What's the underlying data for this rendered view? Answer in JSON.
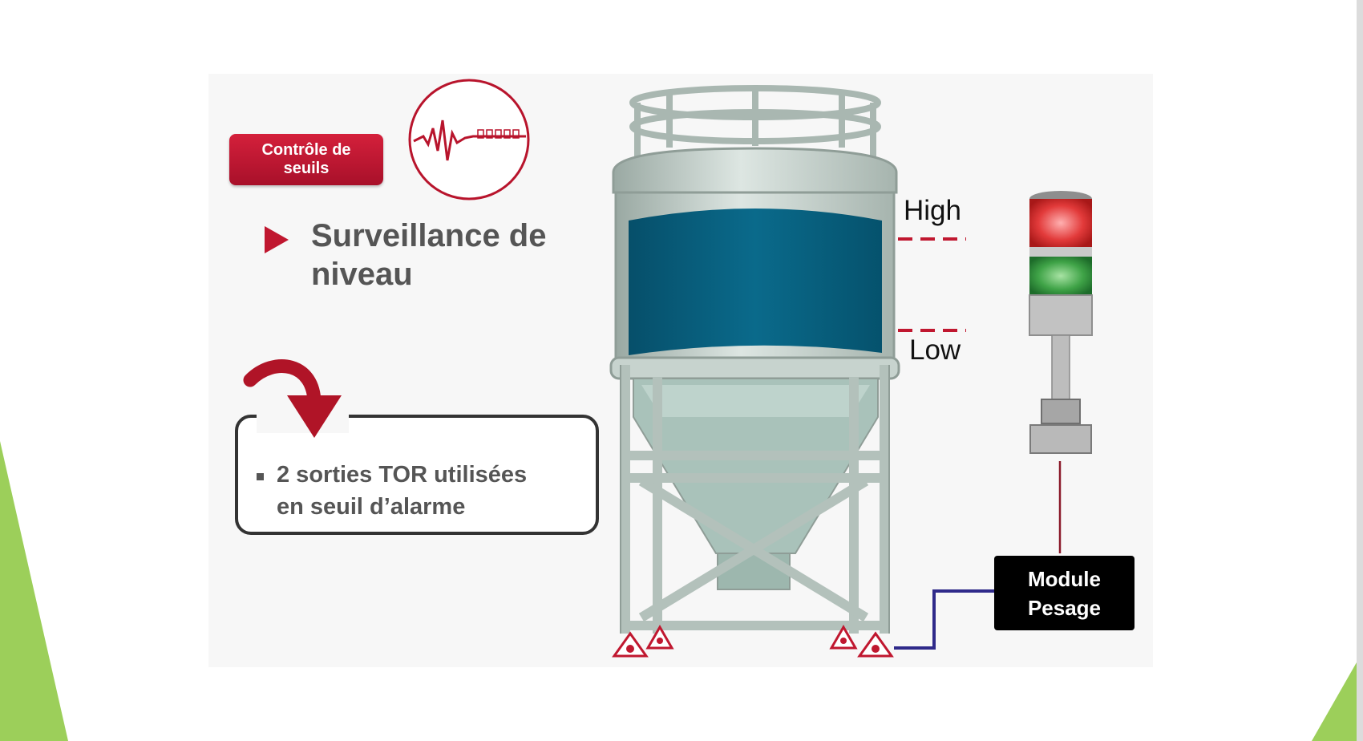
{
  "badge": {
    "line1": "Contrôle de",
    "line2": "seuils"
  },
  "title": {
    "line1": "Surveillance de",
    "line2": "niveau"
  },
  "note": {
    "line1": "2 sorties TOR utilisées",
    "line2": "en seuil d’alarme"
  },
  "levels": {
    "high": "High",
    "low": "Low"
  },
  "module": {
    "line1": "Module",
    "line2": "Pesage"
  },
  "colors": {
    "accent_red": "#c0172f",
    "tank_fill": "#055f7e",
    "structure": "#b9c7c1",
    "slide_green": "#9ccf5a",
    "wire_blue": "#2f2a8a"
  },
  "icons": [
    "signal-waveform-icon",
    "play-arrow-icon",
    "curved-arrow-icon",
    "load-cell-icon",
    "signal-tower-light-icon"
  ]
}
